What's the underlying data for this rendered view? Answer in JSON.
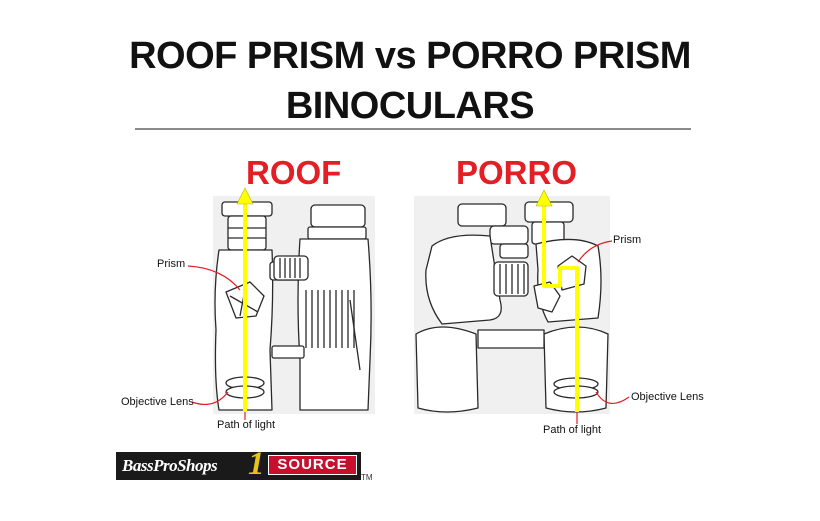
{
  "title": {
    "line1": "ROOF PRISM vs PORRO PRISM",
    "line2": "BINOCULARS"
  },
  "roof": {
    "heading": "ROOF",
    "labels": {
      "prism": "Prism",
      "objective_lens": "Objective Lens",
      "path_of_light": "Path of light"
    }
  },
  "porro": {
    "heading": "PORRO",
    "labels": {
      "prism": "Prism",
      "objective_lens": "Objective Lens",
      "path_of_light": "Path of light"
    }
  },
  "logo": {
    "name": "BassProShops",
    "digit": "1",
    "word": "SOURCE",
    "trademark": "TM"
  },
  "colors": {
    "heading": "#e31e24",
    "light_path": "#ffff00",
    "pointer": "#e31e24"
  }
}
